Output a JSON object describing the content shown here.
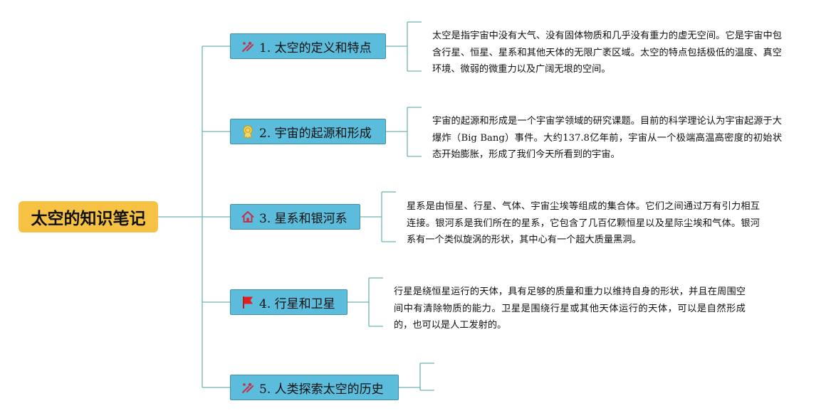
{
  "root": {
    "title": "太空的知识笔记"
  },
  "topics": [
    {
      "label": "1. 太空的定义和特点",
      "icon": "tools-icon",
      "note": "太空是指宇宙中没有大气、没有固体物质和几乎没有重力的虚无空间。它是宇宙中包含行星、恒星、星系和其他天体的无限广袤区域。太空的特点包括极低的温度、真空环境、微弱的微重力以及广阔无垠的空间。"
    },
    {
      "label": "2. 宇宙的起源和形成",
      "icon": "award-medal-icon",
      "note": "宇宙的起源和形成是一个宇宙学领域的研究课题。目前的科学理论认为宇宙起源于大爆炸（Big Bang）事件。大约137.8亿年前，宇宙从一个极端高温高密度的初始状态开始膨胀，形成了我们今天所看到的宇宙。"
    },
    {
      "label": "3. 星系和银河系",
      "icon": "home-icon",
      "note": "星系是由恒星、行星、气体、宇宙尘埃等组成的集合体。它们之间通过万有引力相互连接。银河系是我们所在的星系，它包含了几百亿颗恒星以及星际尘埃和气体。银河系有一个类似旋涡的形状，其中心有一个超大质量黑洞。"
    },
    {
      "label": "4. 行星和卫星",
      "icon": "flag-icon",
      "note": "行星是绕恒星运行的天体，具有足够的质量和重力以维持自身的形状，并且在周围空间中有清除物质的能力。卫星是围绕行星或其他天体运行的天体，可以是自然形成的，也可以是人工发射的。"
    },
    {
      "label": "5. 人类探索太空的历史",
      "icon": "tools-icon",
      "note": ""
    }
  ],
  "colors": {
    "root_fill": "#f5c244",
    "topic_fill": "#5bbcdb",
    "topic_border": "#3f8fa8",
    "connector": "#6fb3b0",
    "tools_icon": "#c4314b",
    "medal_icon": "#e6c229",
    "home_icon": "#c4314b",
    "flag_icon": "#e02020"
  }
}
